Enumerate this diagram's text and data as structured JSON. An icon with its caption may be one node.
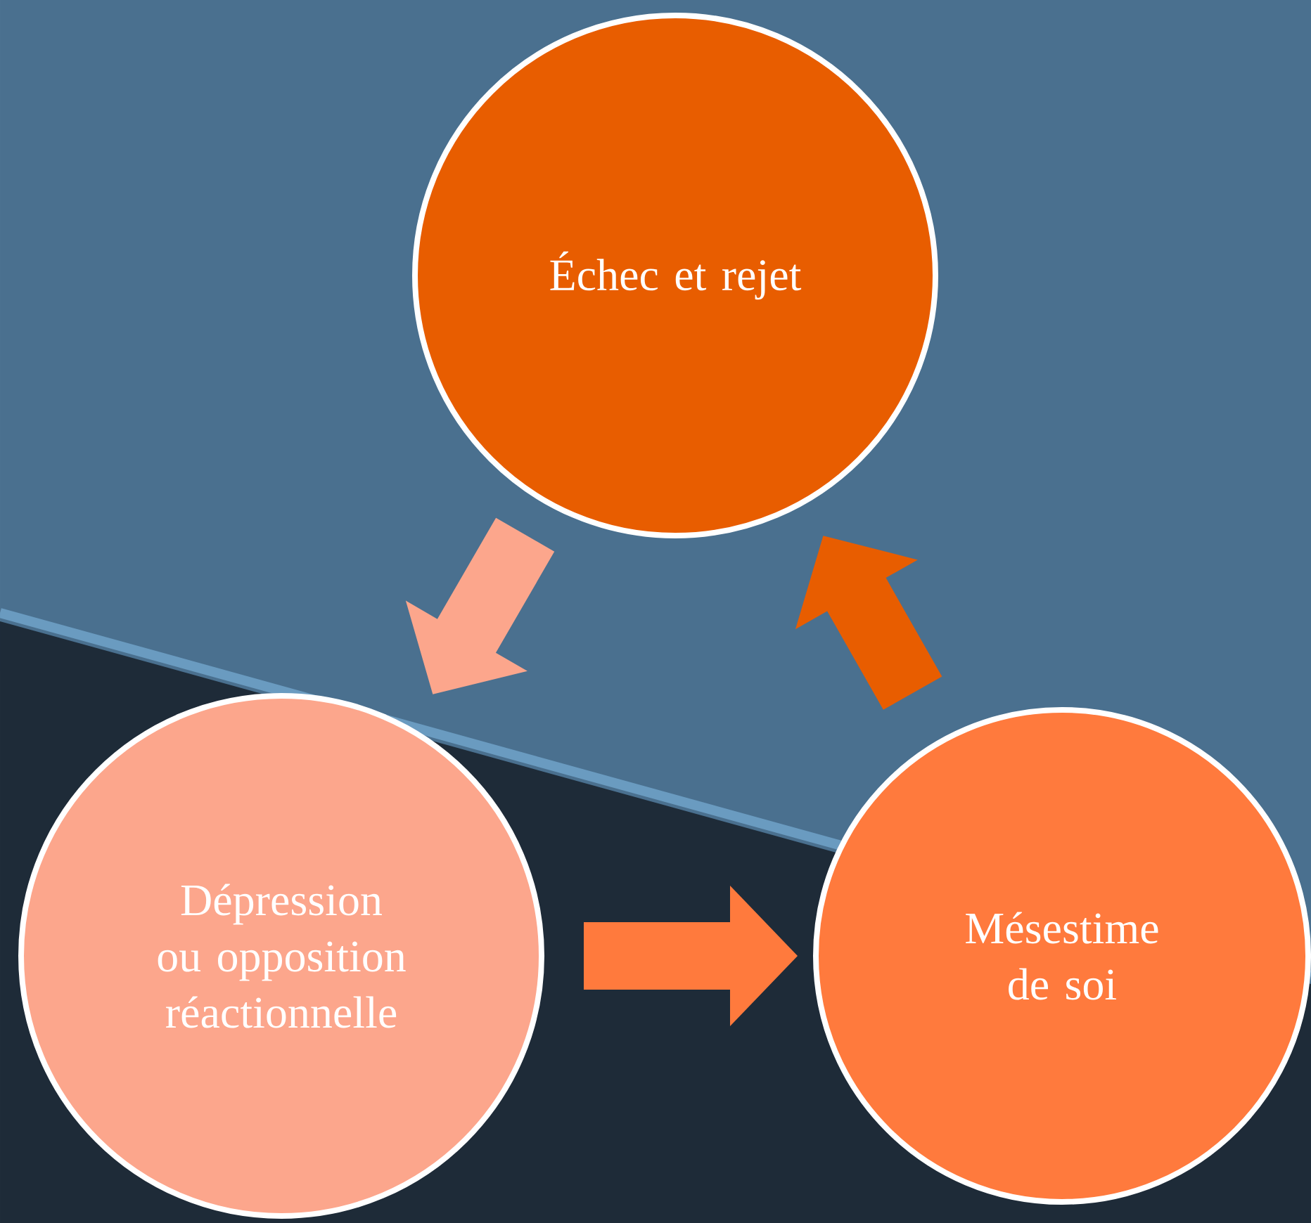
{
  "diagram": {
    "nodes": [
      {
        "text": [
          "Échec et rejet"
        ]
      },
      {
        "text": [
          "Dépression ou opposition réactionnelle"
        ]
      },
      {
        "text": [
          "Mésestime de soi"
        ]
      }
    ],
    "edges": [
      {
        "from": 0,
        "to": 1,
        "arrow": "to",
        "color": "#fca68c"
      },
      {
        "from": 1,
        "to": 2,
        "arrow": "to",
        "color": "#ff7a3d"
      },
      {
        "from": 2,
        "to": 0,
        "arrow": "to",
        "color": "#e85d00"
      }
    ]
  }
}
